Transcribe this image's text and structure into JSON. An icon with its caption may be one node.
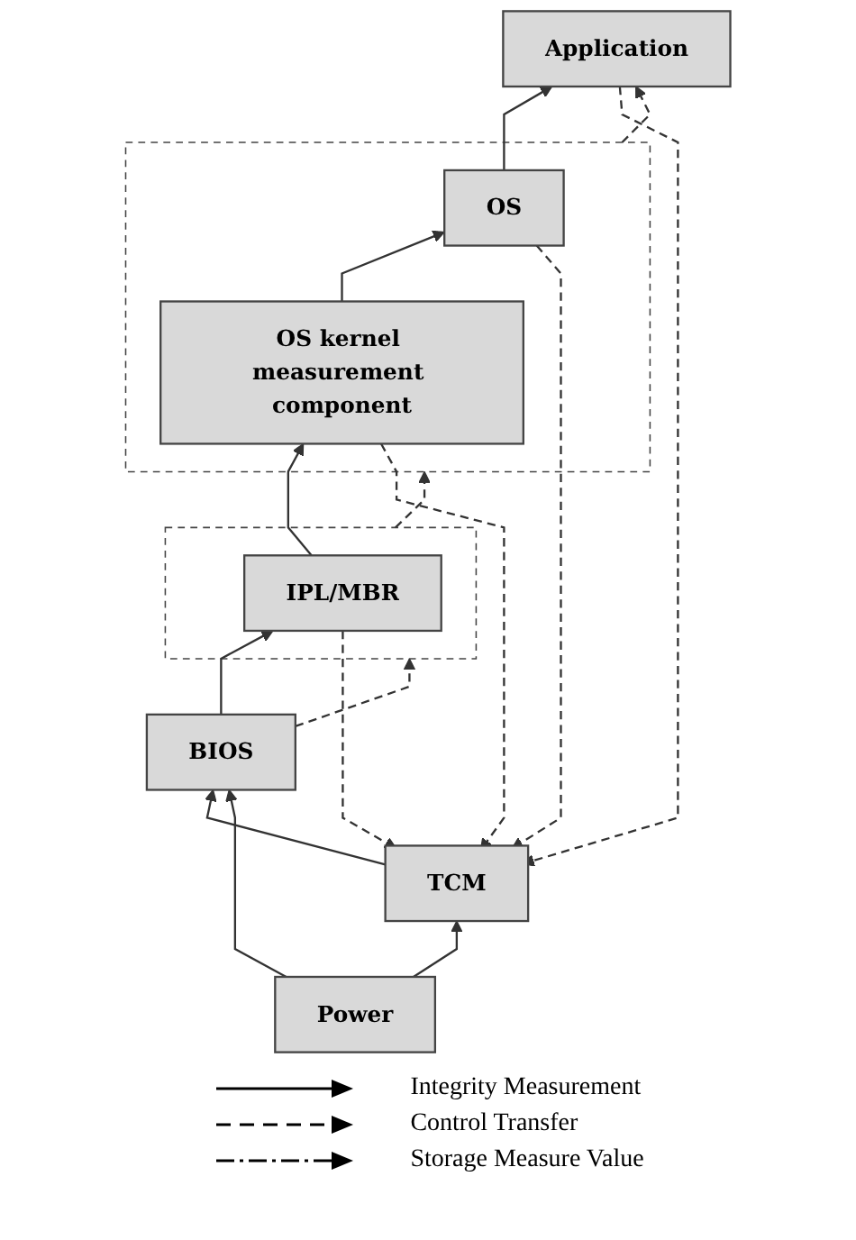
{
  "diagram": {
    "nodes": [
      {
        "text": [
          "Application"
        ]
      },
      {
        "text": [],
        "shape": "box"
      },
      {
        "text": [
          "OS"
        ],
        "in": 1
      },
      {
        "text": [
          "OS kernel measurement component"
        ],
        "in": 1
      },
      {
        "text": [],
        "shape": "box"
      },
      {
        "text": [
          "IPL/MBR"
        ],
        "in": 4
      },
      {
        "text": [
          "BIOS"
        ]
      },
      {
        "text": [
          "TCM"
        ]
      },
      {
        "text": [
          "Power"
        ]
      }
    ],
    "edges": [
      {
        "from": 1,
        "to": 0,
        "arrow": "to",
        "style": "dashed"
      },
      {
        "from": 2,
        "to": 0,
        "arrow": "to"
      },
      {
        "from": 3,
        "to": 2,
        "arrow": "to"
      },
      {
        "from": 4,
        "to": 1,
        "arrow": "to",
        "style": "dashed"
      },
      {
        "from": 5,
        "to": 3,
        "arrow": "to"
      },
      {
        "from": 6,
        "to": 4,
        "arrow": "to",
        "style": "dashed"
      },
      {
        "from": 6,
        "to": 5,
        "arrow": "to"
      },
      {
        "from": 7,
        "to": 6,
        "arrow": "to"
      },
      {
        "from": 8,
        "to": 6,
        "arrow": "to"
      },
      {
        "from": 8,
        "to": 7,
        "arrow": "to"
      },
      {
        "from": 0,
        "to": 7,
        "arrow": "to",
        "style": "dashed"
      },
      {
        "from": 2,
        "to": 7,
        "arrow": "to",
        "style": "dashed"
      },
      {
        "from": 3,
        "to": 7,
        "arrow": "to",
        "style": "dashed"
      },
      {
        "from": 5,
        "to": 7,
        "arrow": "to",
        "style": "dashed"
      }
    ],
    "legend": [
      {
        "text": "Integrity Measurement"
      },
      {
        "text": "Control Transfer"
      },
      {
        "text": "Storage Measure Value"
      }
    ]
  }
}
